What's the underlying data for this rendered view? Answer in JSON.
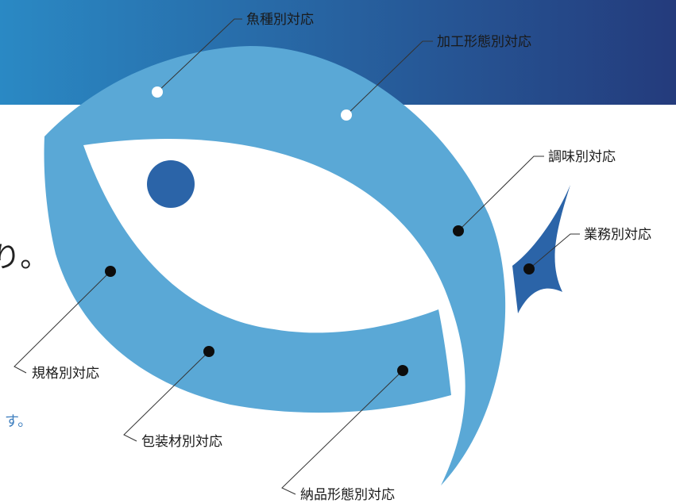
{
  "background_fragments": {
    "large_text": "り。",
    "small_text": "す。"
  },
  "colors": {
    "banner_start": "#2a89c4",
    "banner_end": "#243b7c",
    "fish_body": "#5aa8d6",
    "fish_dark": "#2b64a8",
    "eye": "#2b64a8",
    "dot_white": "#ffffff",
    "dot_black": "#0d0d0d"
  },
  "labels": {
    "fish_species": "魚種別対応",
    "processing_form": "加工形態別対応",
    "seasoning": "調味別対応",
    "business_type": "業務別対応",
    "specification": "規格別対応",
    "packaging_material": "包装材別対応",
    "delivery_form": "納品形態別対応"
  }
}
